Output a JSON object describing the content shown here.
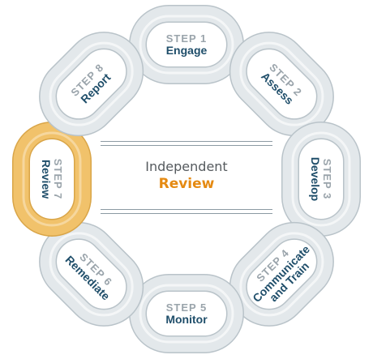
{
  "diagram": {
    "center": {
      "line1": "Independent",
      "line2": "Review"
    },
    "steps": [
      {
        "number": "STEP 1",
        "name": "Engage",
        "highlighted": false
      },
      {
        "number": "STEP 2",
        "name": "Assess",
        "highlighted": false
      },
      {
        "number": "STEP 3",
        "name": "Develop",
        "highlighted": false
      },
      {
        "number": "STEP 4",
        "name": "Communicate and Train",
        "highlighted": false
      },
      {
        "number": "STEP 5",
        "name": "Monitor",
        "highlighted": false
      },
      {
        "number": "STEP 6",
        "name": "Remediate",
        "highlighted": false
      },
      {
        "number": "STEP 7",
        "name": "Review",
        "highlighted": true
      },
      {
        "number": "STEP 8",
        "name": "Report",
        "highlighted": false
      }
    ],
    "colors": {
      "link_fill": "#e3e8eb",
      "link_edge": "#b9c3c9",
      "link_shadow": "#c7d0d5",
      "highlight_fill": "#f1c26b",
      "highlight_edge": "#d9a548",
      "step_number": "#9aa4ab",
      "step_name": "#1f4e6a",
      "center_text": "#555a5e",
      "center_accent": "#e58a12"
    }
  }
}
